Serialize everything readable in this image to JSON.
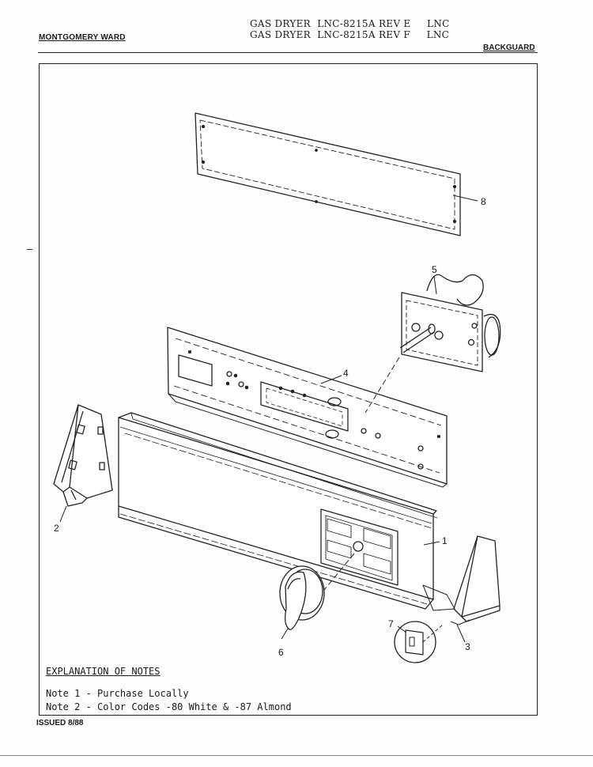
{
  "header": {
    "brand": "MONTGOMERY WARD",
    "model_line_1": "GAS DRYER  LNC-8215A REV E     LNC",
    "model_line_2": "GAS DRYER  LNC-8215A REV F     LNC",
    "section": "BACKGUARD"
  },
  "callouts": [
    "1",
    "2",
    "3",
    "4",
    "5",
    "6",
    "7",
    "8"
  ],
  "notes": {
    "title": "EXPLANATION OF NOTES",
    "items": [
      "Note 1 - Purchase Locally",
      "Note 2 - Color Codes -80 White & -87 Almond"
    ]
  },
  "footer": {
    "issued": "ISSUED 8/88"
  }
}
